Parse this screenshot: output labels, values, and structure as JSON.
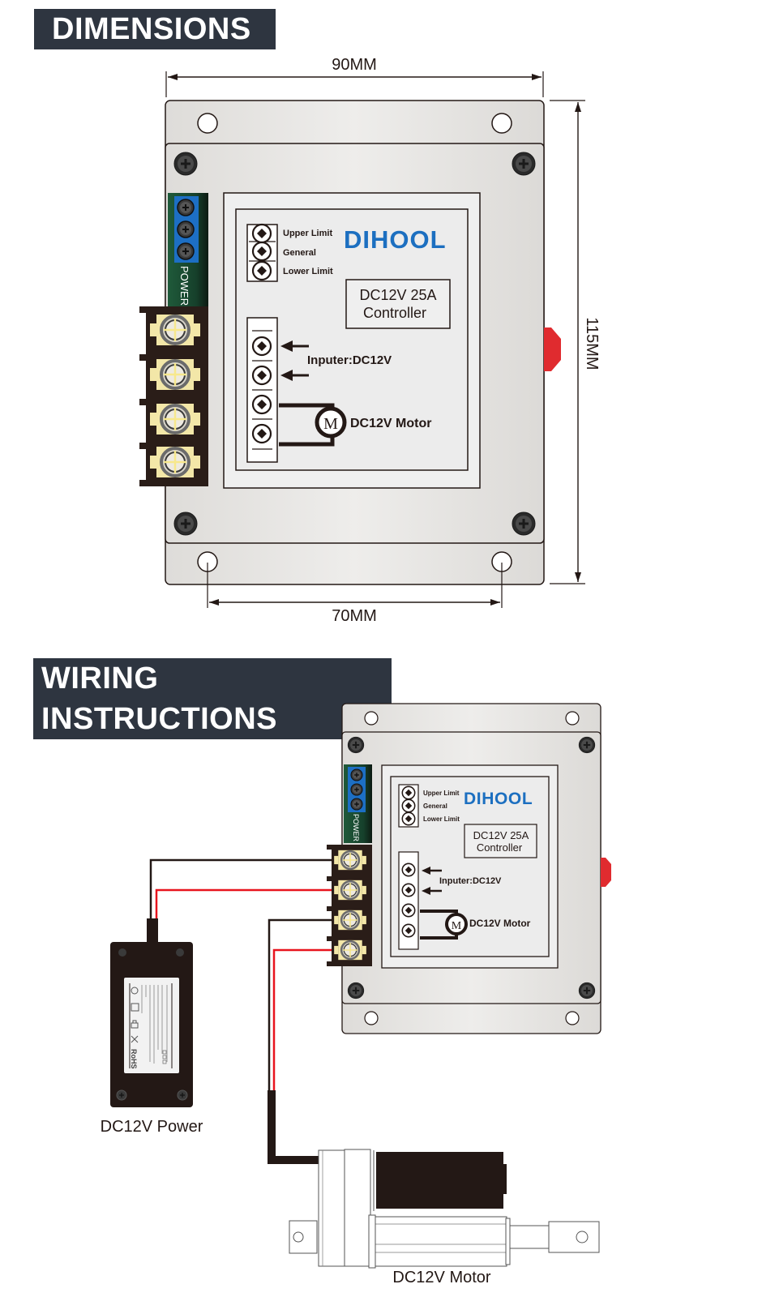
{
  "sections": {
    "dimensions_title": "DIMENSIONS",
    "wiring_title": "WIRING INSTRUCTIONS"
  },
  "dimensions": {
    "width": "90MM",
    "height": "115MM",
    "hole_spacing": "70MM"
  },
  "controller": {
    "brand": "DIHOOL",
    "model_line1": "DC12V  25A",
    "model_line2": "Controller",
    "power_label": "POWER",
    "limit_labels": [
      "Upper Limit",
      "General",
      "Lower Limit"
    ],
    "input_label": "Inputer:DC12V",
    "motor_symbol": "M",
    "motor_label": "DC12V Motor"
  },
  "wiring": {
    "power_caption": "DC12V Power",
    "motor_caption": "DC12V Motor",
    "adapter_label_mark": "RoHS"
  },
  "colors": {
    "banner": "#2e3540",
    "brand_blue": "#1c6fc0",
    "wire_red": "#e8141e",
    "wire_black": "#231815",
    "terminal_green": "#1f5a3a",
    "terminal_blue": "#1d6fc4",
    "housing": "#e6e4e1",
    "release_tab": "#e02b2f"
  }
}
